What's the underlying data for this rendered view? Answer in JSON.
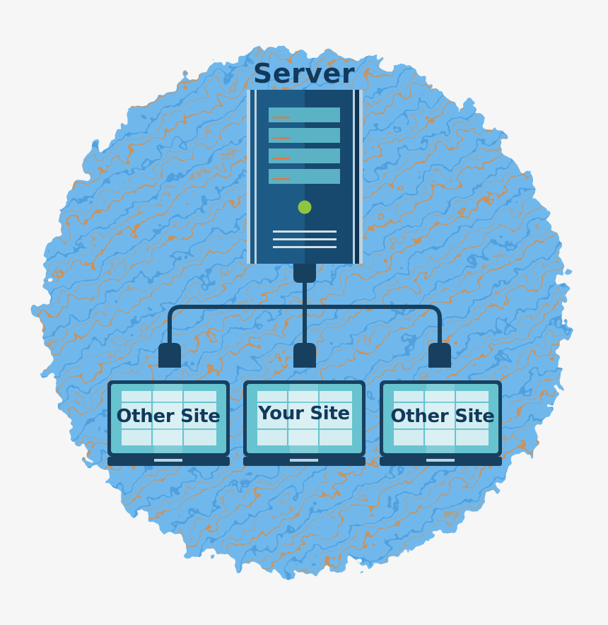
{
  "diagram": {
    "server_label": "Server",
    "sites": [
      {
        "label": "Other Site"
      },
      {
        "label": "Your Site"
      },
      {
        "label": "Other Site"
      }
    ]
  },
  "colors": {
    "background": "#f6f6f6",
    "blob": "#6fb8ec",
    "scribble": "#e08a3c",
    "server_body": "#1e5a86",
    "server_dark": "#0f3352",
    "slot": "#5bb2c4",
    "led": "#8cc63f",
    "cable": "#17405f",
    "screen": "#66c3cf",
    "label_text": "#11395b"
  }
}
